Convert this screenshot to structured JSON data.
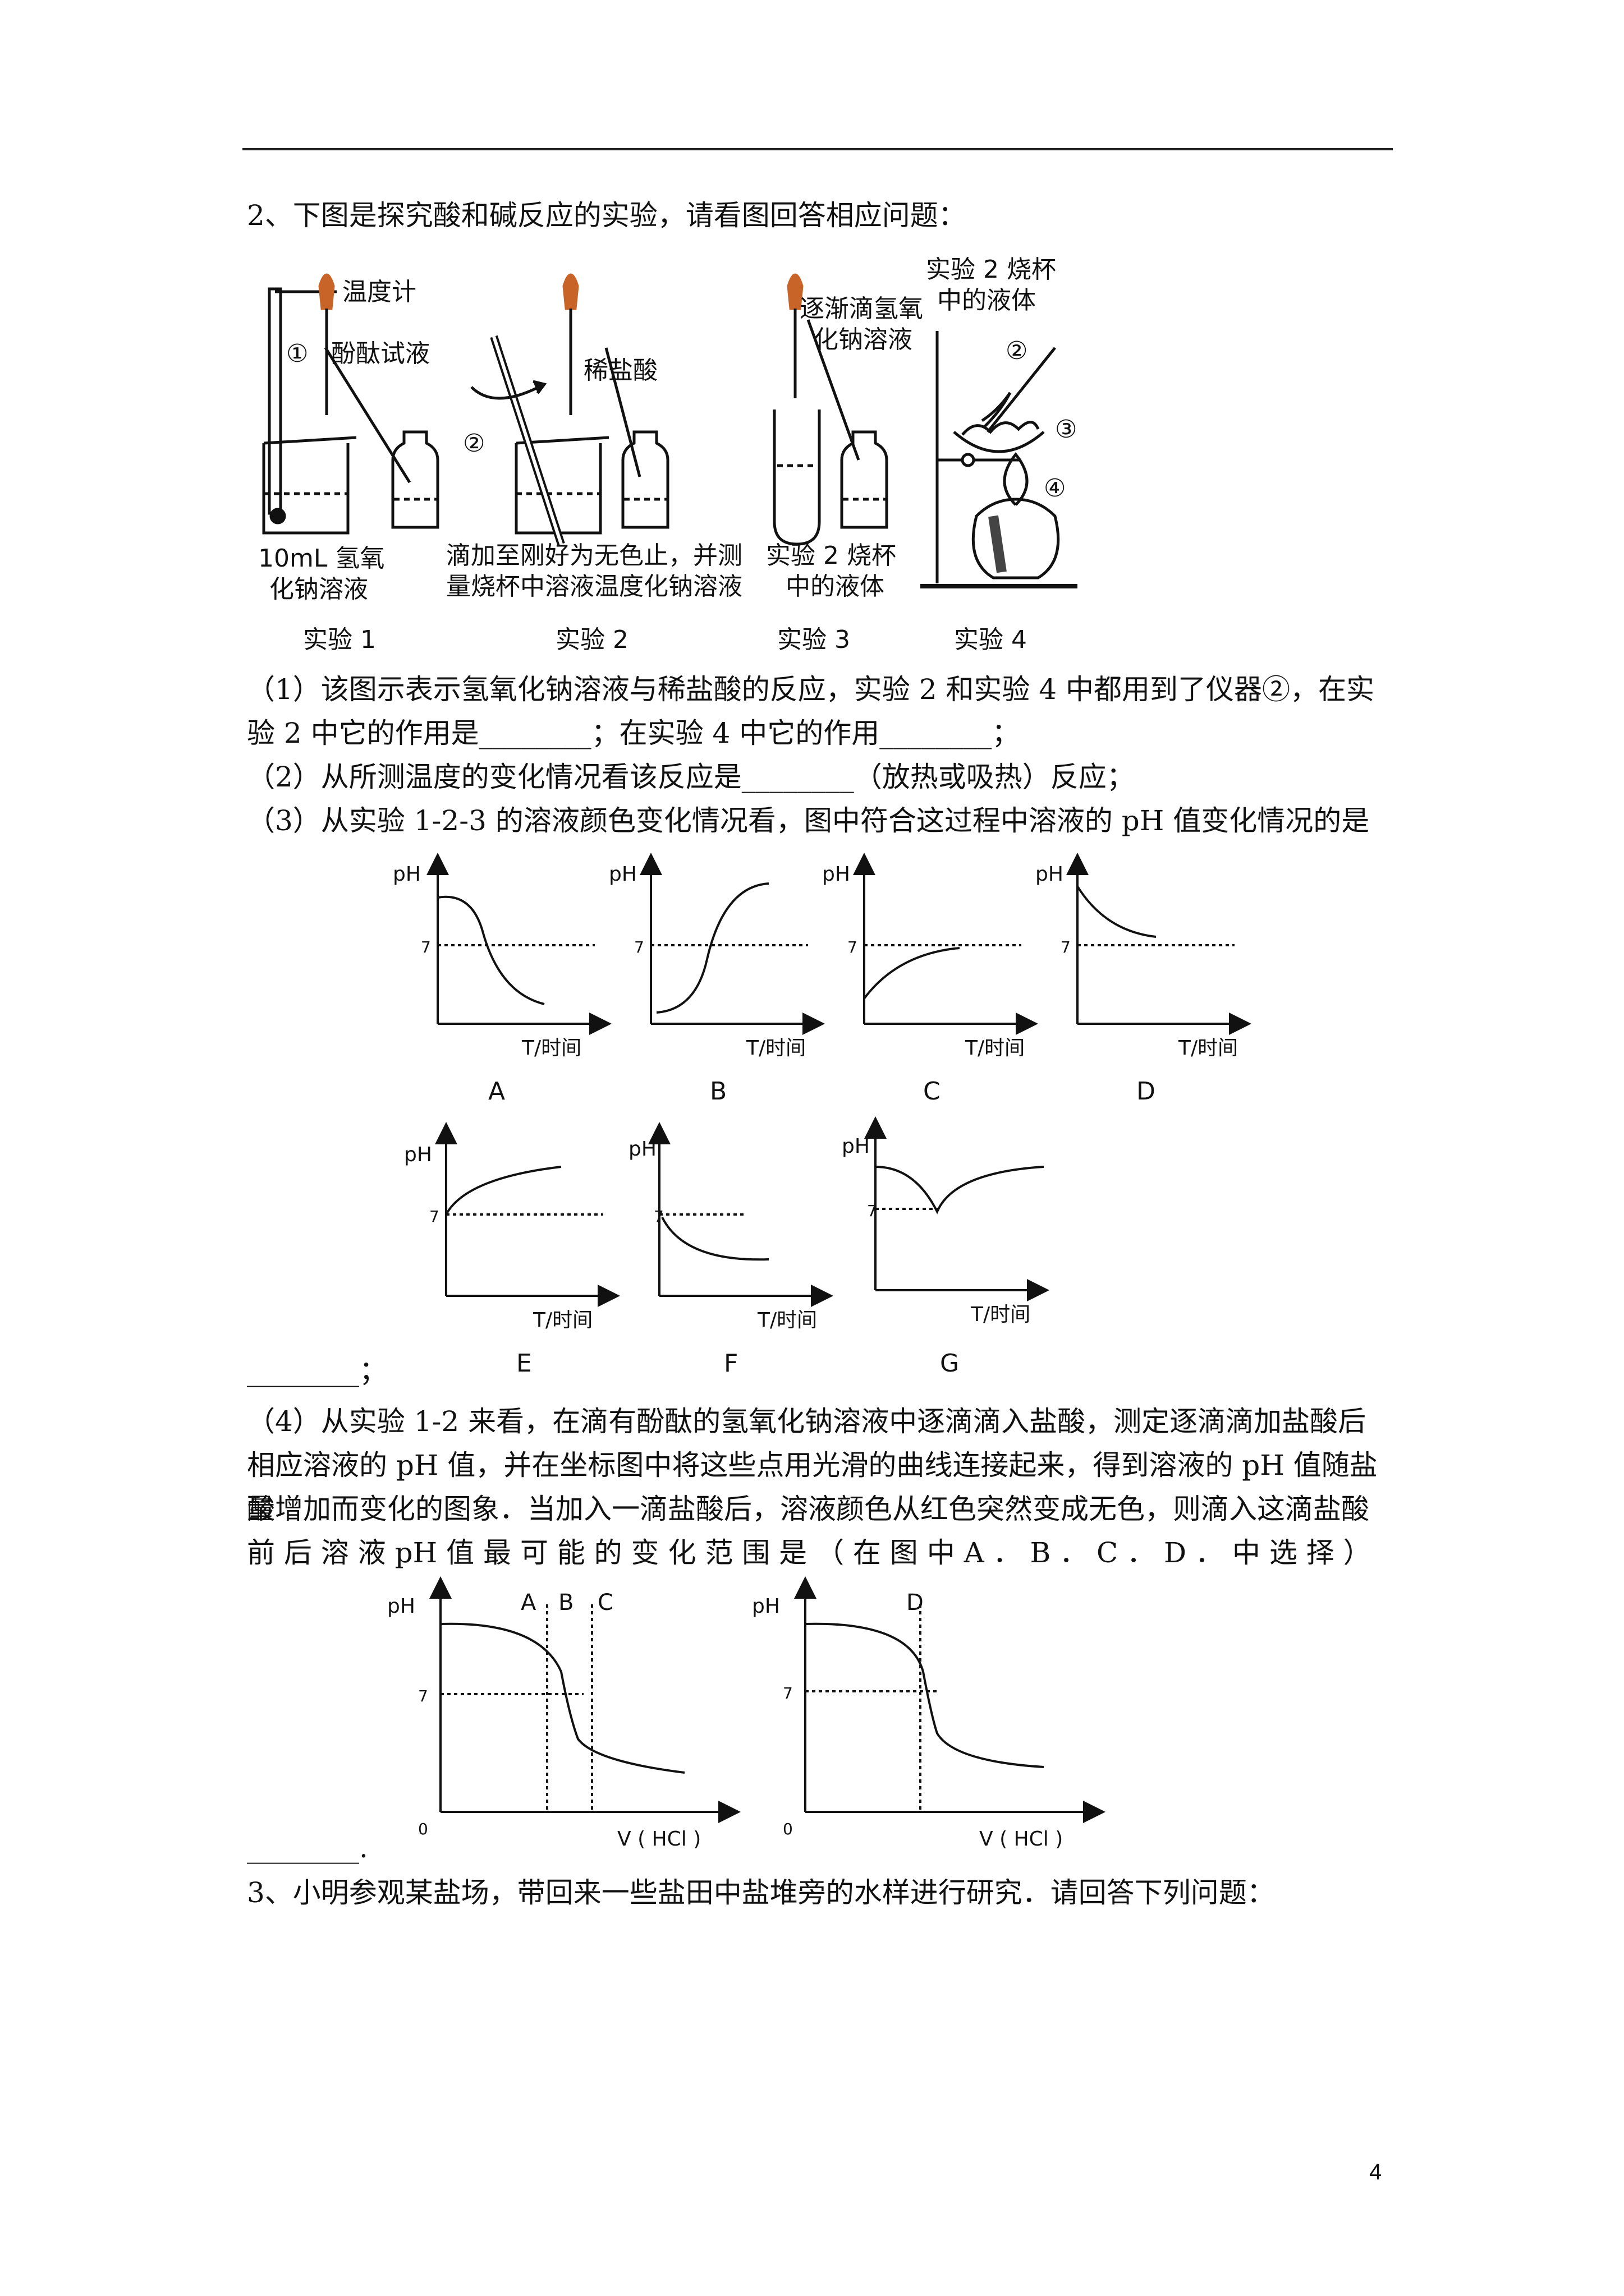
{
  "q2": {
    "title": "2、下图是探究酸和碱反应的实验，请看图回答相应问题：",
    "apparatus": {
      "thermometer": "温度计",
      "phenol": "酚酞试液",
      "naoh10": "10mL 氢氧",
      "naoh10b": "化钠溶液",
      "hcl": "稀盐酸",
      "dropNote1": "滴加至刚好为无色止，并测",
      "dropNote2": "量烧杯中溶液温度化钠溶液",
      "naohDrop1": "逐渐滴氢氧",
      "naohDrop2": "化钠溶液",
      "exp2liq1": "实验 2 烧杯",
      "exp2liq2": "中的液体",
      "exp2top1": "实验 2 烧杯",
      "exp2top2": "中的液体",
      "n1": "①",
      "n2": "②",
      "n2b": "②",
      "n3": "③",
      "n4": "④",
      "exp1": "实验 1",
      "exp2": "实验 2",
      "exp3": "实验 3",
      "exp4": "实验 4"
    },
    "s1a": "（1）该图示表示氢氧化钠溶液与稀盐酸的反应，实验 2 和实验 4 中都用到了仪器②，在实",
    "s1b": "验 2 中它的作用是________；在实验 4 中它的作用________；",
    "s2": "（2）从所测温度的变化情况看该反应是________（放热或吸热）反应；",
    "s3": "（3）从实验 1-2-3 的溶液颜色变化情况看，图中符合这过程中溶液的 pH 值变化情况的是",
    "s3end": "________；",
    "graphs": {
      "ph": "pH",
      "seven": "7",
      "time": "T/时间",
      "A": "A",
      "B": "B",
      "C": "C",
      "D": "D",
      "E": "E",
      "F": "F",
      "G": "G"
    },
    "s4a": "（4）从实验 1-2 来看，在滴有酚酞的氢氧化钠溶液中逐滴滴入盐酸，测定逐滴滴加盐酸后",
    "s4b": "相应溶液的 pH 值，并在坐标图中将这些点用光滑的曲线连接起来，得到溶液的 pH 值随盐酸",
    "s4c": "量增加而变化的图象．当加入一滴盐酸后，溶液颜色从红色突然变成无色，则滴入这滴盐酸",
    "s4d": "前 后 溶 液 pH 值 最 可 能 的 变 化 范 围 是 （ 在 图 中 A ． B ． C ． D ． 中 选 择 ）",
    "titr": {
      "ph": "pH",
      "seven": "7",
      "zero": "0",
      "vhcl": "V ( HCl )",
      "A": "A",
      "B": "B",
      "C": "C",
      "D": "D"
    },
    "s4end": "________."
  },
  "q3": {
    "title": "3、小明参观某盐场，带回来一些盐田中盐堆旁的水样进行研究．请回答下列问题："
  },
  "page": {
    "number": "4"
  }
}
